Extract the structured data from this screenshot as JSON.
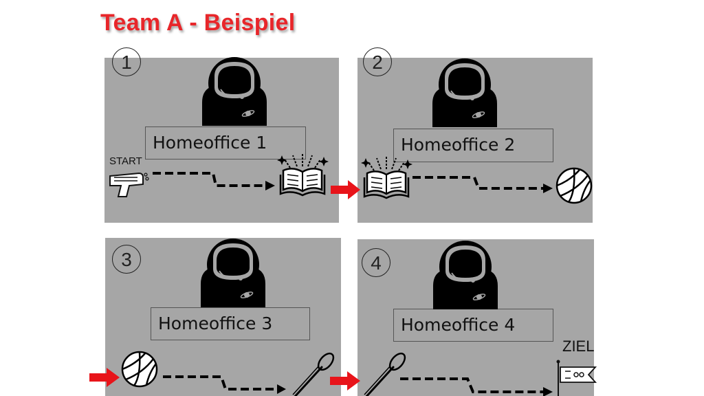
{
  "title": "Team A - Beispiel",
  "panels": [
    {
      "number": "1",
      "label": "Homeoffice 1"
    },
    {
      "number": "2",
      "label": "Homeoffice 2"
    },
    {
      "number": "3",
      "label": "Homeoffice 3"
    },
    {
      "number": "4",
      "label": "Homeoffice 4"
    }
  ],
  "start_label": "START",
  "goal_label": "ZIEL",
  "colors": {
    "panel": "#a6a6a6",
    "title": "#e8262a",
    "arrow": "#e8141a"
  },
  "icons": [
    "astronaut-icon",
    "toy-gun-icon",
    "book-icon",
    "ball-icon",
    "spoon-icon",
    "flag-icon"
  ]
}
